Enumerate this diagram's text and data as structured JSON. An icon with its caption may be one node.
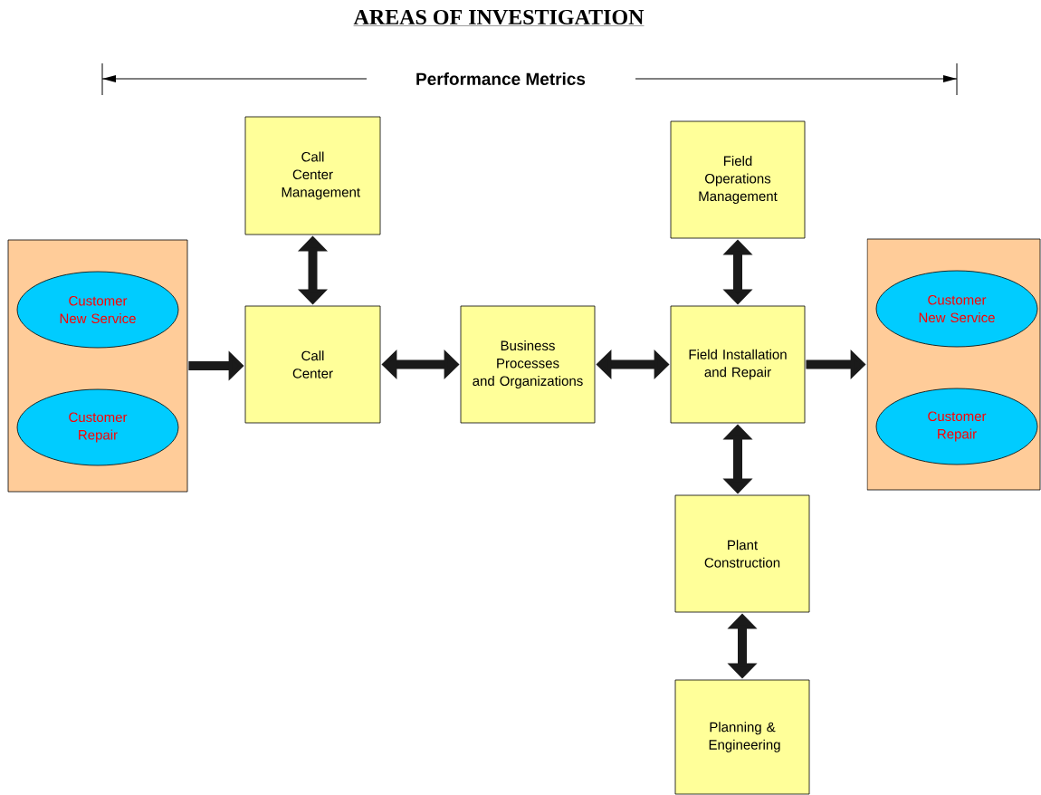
{
  "diagram": {
    "title": "AREAS OF INVESTIGATION",
    "nodes": [
      {
        "text": [],
        "shape": "box"
      },
      {
        "text": [
          "Customer New Service"
        ],
        "in": 0
      },
      {
        "text": [
          "Customer Repair"
        ],
        "in": 0
      },
      {
        "text": [
          "Call Center Management"
        ]
      },
      {
        "text": [
          "Call Center"
        ]
      },
      {
        "text": [
          "Business Processes and Organizations"
        ]
      },
      {
        "text": [
          "Field Operations Management"
        ]
      },
      {
        "text": [
          "Field Installation and Repair"
        ]
      },
      {
        "text": [],
        "shape": "box"
      },
      {
        "text": [
          "Customer New Service"
        ],
        "in": 8
      },
      {
        "text": [
          "Customer Repair"
        ],
        "in": 8
      },
      {
        "text": [
          "Plant Construction"
        ]
      },
      {
        "text": [
          "Planning & Engineering"
        ]
      }
    ],
    "edges": [
      {
        "from": 0,
        "to": 4,
        "arrow": "to"
      },
      {
        "from": 3,
        "to": 4,
        "arrow": "both"
      },
      {
        "from": 4,
        "to": 5,
        "arrow": "both"
      },
      {
        "from": 5,
        "to": 7,
        "arrow": "both"
      },
      {
        "from": 6,
        "to": 7,
        "arrow": "both"
      },
      {
        "from": 7,
        "to": 8,
        "arrow": "to"
      },
      {
        "from": 7,
        "to": 11,
        "arrow": "both"
      },
      {
        "from": 11,
        "to": 12,
        "arrow": "both"
      }
    ],
    "labels": [
      "Performance Metrics"
    ]
  }
}
